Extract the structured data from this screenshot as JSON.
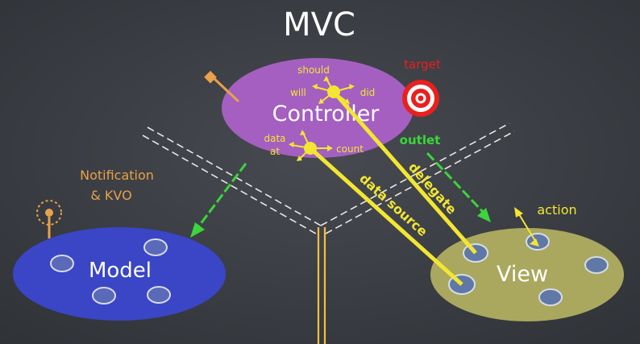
{
  "title": "MVC",
  "nodes": {
    "controller": "Controller",
    "model": "Model",
    "view": "View"
  },
  "controller_actions": {
    "should": "should",
    "will": "will",
    "did": "did",
    "data": "data",
    "at": "at",
    "count": "count"
  },
  "labels": {
    "target": "target",
    "outlet": "outlet",
    "delegate": "delegate",
    "data_source": "data source",
    "action": "action",
    "notification": "Notification",
    "kvo": "& KVO"
  },
  "colors": {
    "background": "#3a3d42",
    "controller": "#a45fc0",
    "model": "#3a46c6",
    "view": "#a9a85e",
    "yellow": "#f2e632",
    "green": "#3ad63a",
    "orange": "#e8a24a",
    "red": "#e8201e"
  },
  "icons": {
    "target": "bullseye-icon",
    "antenna": "antenna-icon"
  }
}
